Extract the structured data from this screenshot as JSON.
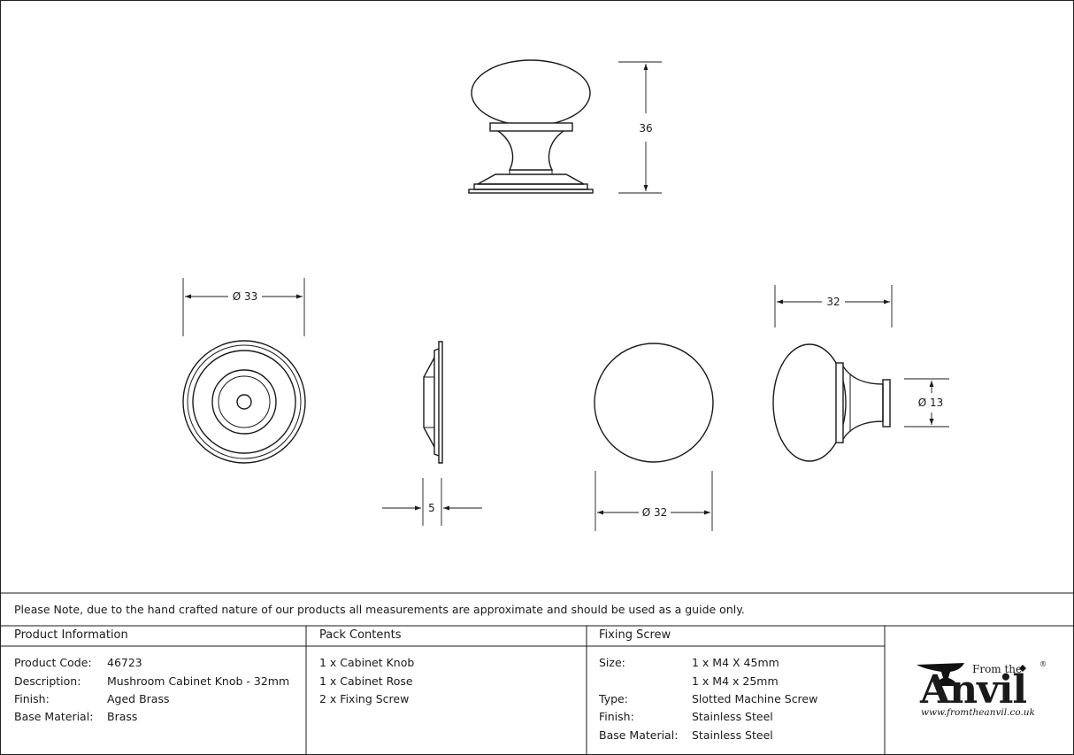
{
  "dimensions": {
    "height": "36",
    "rose_diameter": "Ø 33",
    "rose_thickness": "5",
    "knob_diameter": "Ø 32",
    "knob_length": "32",
    "stem_diameter": "Ø 13"
  },
  "note": "Please Note, due to the hand crafted nature of our products all measurements are approximate and should be used as a guide only.",
  "product_info": {
    "heading": "Product Information",
    "rows": [
      {
        "label": "Product Code:",
        "value": "46723"
      },
      {
        "label": "Description:",
        "value": "Mushroom Cabinet Knob - 32mm"
      },
      {
        "label": "Finish:",
        "value": "Aged Brass"
      },
      {
        "label": "Base Material:",
        "value": "Brass"
      }
    ]
  },
  "pack_contents": {
    "heading": "Pack Contents",
    "items": [
      "1 x Cabinet Knob",
      "1 x Cabinet Rose",
      "2 x Fixing Screw"
    ]
  },
  "fixing_screw": {
    "heading": "Fixing Screw",
    "size_label": "Size:",
    "size_values": [
      "1 x M4 X 45mm",
      "1 x M4 x 25mm"
    ],
    "type_label": "Type:",
    "type_value": "Slotted Machine Screw",
    "finish_label": "Finish:",
    "finish_value": "Stainless Steel",
    "material_label": "Base Material:",
    "material_value": "Stainless Steel"
  },
  "logo": {
    "from_the": "From the",
    "brand": "Anvil",
    "reg": "®",
    "url": "www.fromtheanvil.co.uk"
  }
}
